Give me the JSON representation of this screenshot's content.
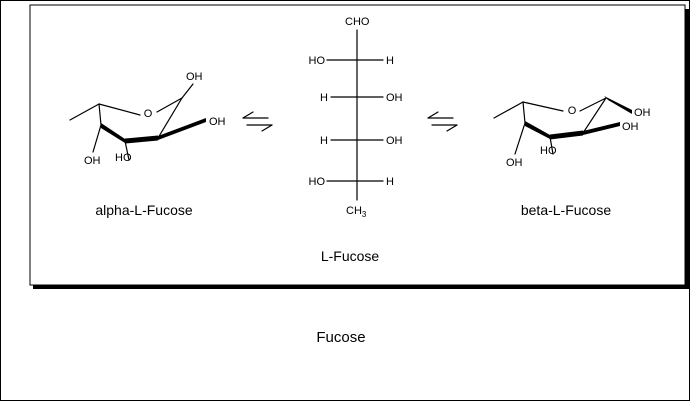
{
  "molecules": {
    "alpha": {
      "name": "alpha-L-Fucose",
      "atoms": {
        "ring_o": "O",
        "c1_oh": "OH",
        "c2_oh": "OH",
        "c3_ho": "HO",
        "c4_oh": "OH"
      }
    },
    "open_chain": {
      "name": "L-Fucose",
      "top_group": "CHO",
      "rows": [
        {
          "left": "HO",
          "right": "H"
        },
        {
          "left": "H",
          "right": "OH"
        },
        {
          "left": "H",
          "right": "OH"
        },
        {
          "left": "HO",
          "right": "H"
        }
      ],
      "bottom_group": "CH3"
    },
    "beta": {
      "name": "beta-L-Fucose",
      "atoms": {
        "ring_o": "O",
        "c1_oh": "OH",
        "c2_oh": "OH",
        "c3_ho": "HO",
        "c4_oh": "OH"
      }
    }
  },
  "caption": "Fucose",
  "colors": {
    "stroke": "#000000",
    "background": "#ffffff",
    "panel_shadow": "#000000"
  }
}
